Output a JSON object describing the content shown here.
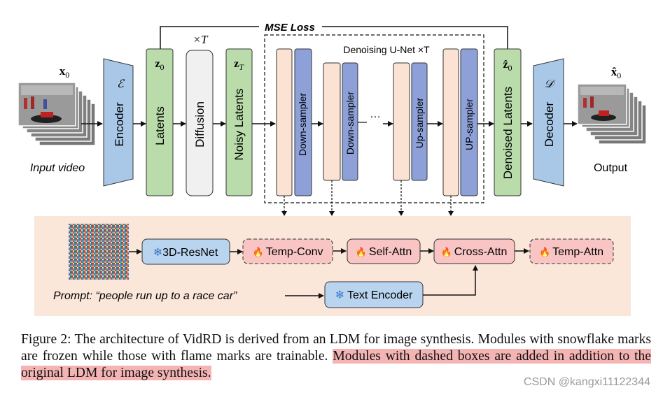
{
  "figure": {
    "loss_label": "MSE Loss",
    "input": {
      "symbol": "x",
      "subscript": "0",
      "label": "Input video"
    },
    "output": {
      "symbol": "x̂",
      "subscript": "0",
      "label": "Output"
    },
    "encoder": {
      "symbol": "ℰ",
      "label": "Encoder"
    },
    "decoder": {
      "symbol": "𝒟",
      "label": "Decoder"
    },
    "latents": {
      "symbol": "z",
      "subscript": "0",
      "label": "Latents"
    },
    "diffusion": {
      "times_label": "×T",
      "label": "Diffusion"
    },
    "noisy_latents": {
      "symbol": "z",
      "subscript": "T",
      "label": "Noisy Latents"
    },
    "denoised_latents": {
      "symbol": "ẑ",
      "subscript": "0",
      "label": "Denoised Latents"
    },
    "unet": {
      "title": "Denoising U-Net ×T",
      "samplers": [
        "Down-sampler",
        "Down-sampler",
        "Up-sampler",
        "UP-sampler"
      ],
      "ellipsis": "…"
    },
    "detail": {
      "modules": [
        {
          "label": "3D-ResNet",
          "mark": "❄"
        },
        {
          "label": "Temp-Conv",
          "mark": "🔥"
        },
        {
          "label": "Self-Attn",
          "mark": "🔥"
        },
        {
          "label": "Cross-Attn",
          "mark": "🔥"
        },
        {
          "label": "Temp-Attn",
          "mark": "🔥"
        }
      ],
      "prompt": "Prompt: “people run up to a race car”",
      "text_encoder": {
        "label": "Text Encoder",
        "mark": "❄"
      }
    },
    "colors": {
      "encoder": "#a9c8e8",
      "latent": "#b9dcaa",
      "diffusion": "#f0f0f0",
      "unet_light": "#fbe2d2",
      "unet_dark": "#8da0d8",
      "detail_bg": "#fbe6da",
      "resnet": "#b8d4ee",
      "pink": "#f8c4c4"
    }
  },
  "caption": {
    "plain": "Figure 2: The architecture of VidRD is derived from an LDM for image synthesis. Modules with snowflake marks are frozen while those with flame marks are trainable. ",
    "highlighted": "Modules with dashed boxes are added in addition to the original LDM for image synthesis."
  },
  "watermark": "CSDN @kangxi11122344"
}
